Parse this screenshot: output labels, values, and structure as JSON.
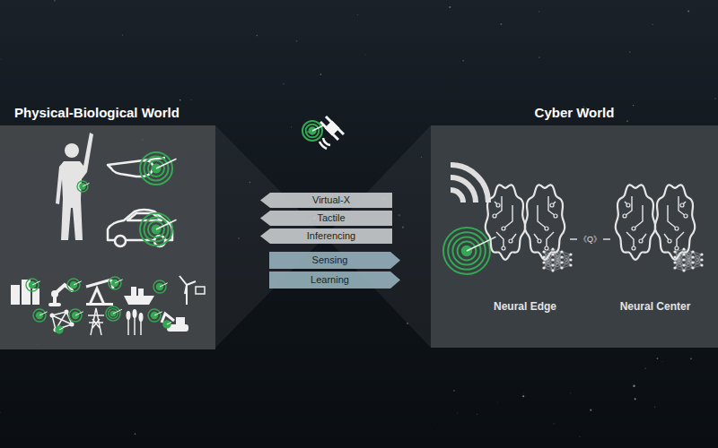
{
  "diagram": {
    "nodes": [
      {
        "text": [
          "Physical-Biological World"
        ]
      },
      {
        "text": [
          "Cyber World"
        ]
      },
      {
        "text": [
          "Virtual-X"
        ]
      },
      {
        "text": [
          "Tactile"
        ]
      },
      {
        "text": [
          "Inferencing"
        ]
      },
      {
        "text": [
          "Sensing"
        ]
      },
      {
        "text": [
          "Learning"
        ]
      },
      {
        "text": [
          "Neural Edge"
        ],
        "in": 1
      },
      {
        "text": [
          "Neural Center"
        ],
        "in": 1
      }
    ],
    "edges": [
      {
        "from": 7,
        "to": 8,
        "label": "《Q》",
        "arrow": "none"
      }
    ]
  }
}
